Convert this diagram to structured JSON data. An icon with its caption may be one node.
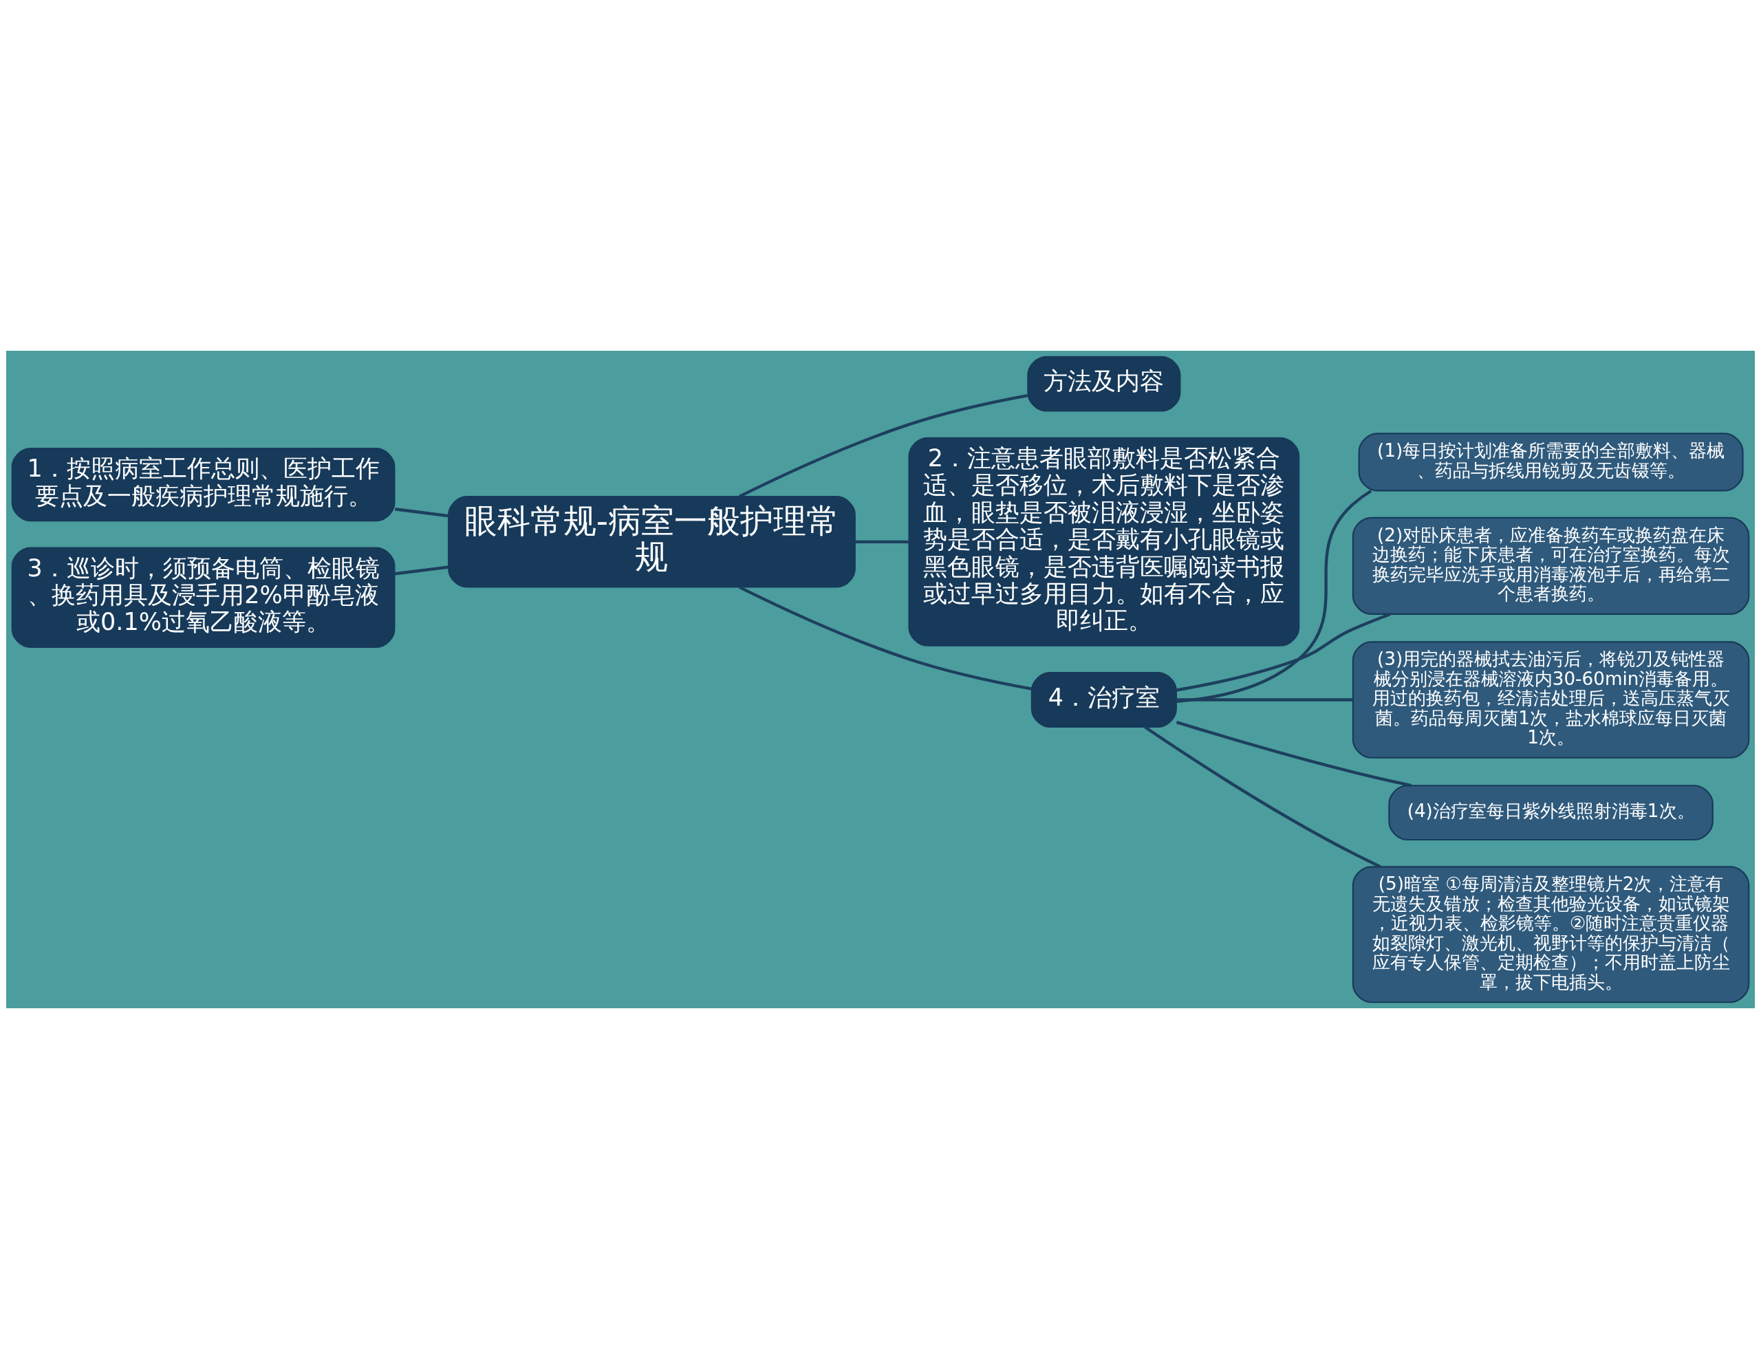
{
  "diagram": {
    "nodes": [
      {
        "text": [
          "眼科常规-病室一般护理常规"
        ]
      },
      {
        "text": [
          "方法及内容"
        ]
      },
      {
        "text": [
          "2．注意患者眼部敷料是否松紧合适、是否移位，术后敷料下是否渗血，眼垫是否被泪液浸湿，坐卧姿势是否合适，是否戴有小孔眼镜或黑色眼镜，是否违背医嘱阅读书报或过早过多用目力。如有不合，应即纠正。"
        ]
      },
      {
        "text": [
          "4．治疗室"
        ]
      },
      {
        "text": [
          "(1)每日按计划准备所需要的全部敷料、器械、药品与拆线用锐剪及无齿镊等。"
        ]
      },
      {
        "text": [
          "(2)对卧床患者，应准备换药车或换药盘在床边换药；能下床患者，可在治疗室换药。每次换药完毕应洗手或用消毒液泡手后，再给第二个患者换药。"
        ]
      },
      {
        "text": [
          "(3)用完的器械拭去油污后，将锐刃及钝性器械分别浸在器械溶液内30-60min消毒备用。用过的换药包，经清洁处理后，送高压蒸气灭菌。药品每周灭菌1次，盐水棉球应每日灭菌1次。"
        ]
      },
      {
        "text": [
          "(4)治疗室每日紫外线照射消毒1次。"
        ]
      },
      {
        "text": [
          "(5)暗室 ①每周清洁及整理镜片2次，注意有无遗失及错放；检查其他验光设备，如试镜架，近视力表、检影镜等。②随时注意贵重仪器如裂隙灯、激光机、视野计等的保护与清洁（应有专人保管、定期检查）；不用时盖上防尘罩，拔下电插头。"
        ]
      },
      {
        "text": [
          "1．按照病室工作总则、医护工作要点及一般疾病护理常规施行。"
        ]
      },
      {
        "text": [
          "3．巡诊时，须预备电筒、检眼镜、换药用具及浸手用2%甲酚皂液或0.1%过氧乙酸液等。"
        ]
      }
    ],
    "edges": [
      {
        "from": 0,
        "to": 1,
        "arrow": "none"
      },
      {
        "from": 0,
        "to": 2,
        "arrow": "none"
      },
      {
        "from": 0,
        "to": 3,
        "arrow": "none"
      },
      {
        "from": 3,
        "to": 4,
        "arrow": "none"
      },
      {
        "from": 3,
        "to": 5,
        "arrow": "none"
      },
      {
        "from": 3,
        "to": 6,
        "arrow": "none"
      },
      {
        "from": 3,
        "to": 7,
        "arrow": "none"
      },
      {
        "from": 3,
        "to": 8,
        "arrow": "none"
      },
      {
        "from": 0,
        "to": 9,
        "arrow": "none"
      },
      {
        "from": 0,
        "to": 10,
        "arrow": "none"
      }
    ]
  }
}
